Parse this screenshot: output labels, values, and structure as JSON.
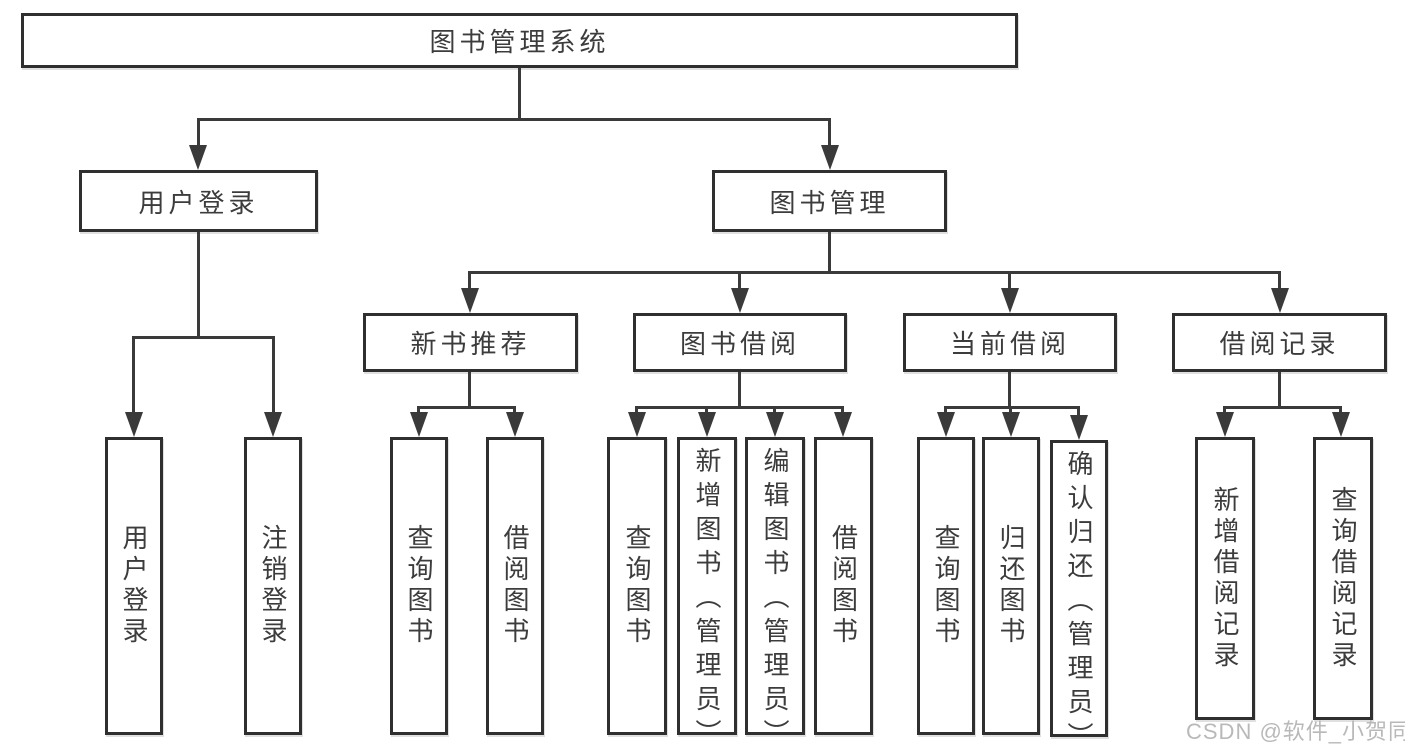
{
  "diagram": {
    "title": "图书管理系统",
    "nodes": {
      "root": "图书管理系统",
      "user_login": "用户登录",
      "book_mgmt": "图书管理",
      "new_books": "新书推荐",
      "book_borrow": "图书借阅",
      "current_borrow": "当前借阅",
      "borrow_records": "借阅记录",
      "leaf_user_login": "用户登录",
      "leaf_logout": "注销登录",
      "leaf_nb_query": "查询图书",
      "leaf_nb_borrow": "借阅图书",
      "leaf_bb_query": "查询图书",
      "leaf_bb_add": "新增图书（管理员）",
      "leaf_bb_edit": "编辑图书（管理员）",
      "leaf_bb_borrow": "借阅图书",
      "leaf_cb_query": "查询图书",
      "leaf_cb_return": "归还图书",
      "leaf_cb_confirm": "确认归还（管理员）",
      "leaf_br_add": "新增借阅记录",
      "leaf_br_query": "查询借阅记录"
    }
  },
  "watermark": "CSDN @软件_小贺同学",
  "colors": {
    "background": "#ffffff",
    "line": "#3a3a3a",
    "box_border": "#2f2f2f",
    "text": "#3c3c3c",
    "watermark": "#b9b9b9"
  }
}
